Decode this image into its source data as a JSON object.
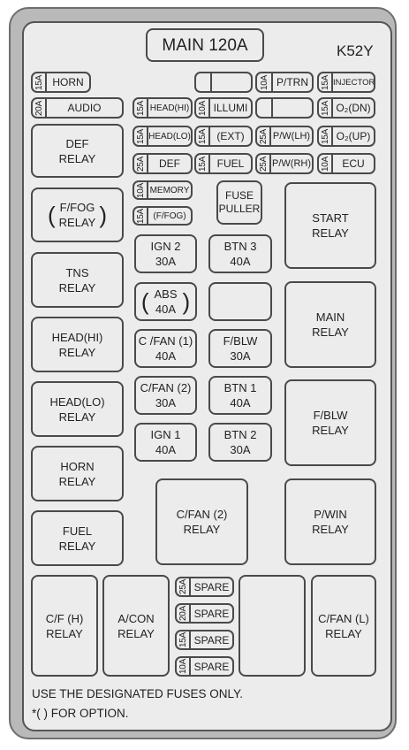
{
  "header": {
    "main_fuse": "MAIN 120A",
    "code": "K52Y"
  },
  "fuses": {
    "horn": {
      "amp": "15A",
      "label": "HORN"
    },
    "audio": {
      "amp": "20A",
      "label": "AUDIO"
    },
    "ptrn": {
      "amp": "10A",
      "label": "P/TRN"
    },
    "injector": {
      "amp": "15A",
      "label": "INJECTOR"
    },
    "head_hi": {
      "amp": "15A",
      "label": "HEAD(HI)"
    },
    "illumi": {
      "amp": "10A",
      "label": "ILLUMI"
    },
    "o2_dn": {
      "amp": "15A",
      "label": "O₂(DN)"
    },
    "head_lo": {
      "amp": "15A",
      "label": "HEAD(LO)"
    },
    "ext": {
      "amp": "15A",
      "label": "(EXT)"
    },
    "pw_lh": {
      "amp": "25A",
      "label": "P/W(LH)"
    },
    "o2_up": {
      "amp": "15A",
      "label": "O₂(UP)"
    },
    "def": {
      "amp": "25A",
      "label": "DEF"
    },
    "fuel": {
      "amp": "15A",
      "label": "FUEL"
    },
    "pw_rh": {
      "amp": "25A",
      "label": "P/W(RH)"
    },
    "ecu": {
      "amp": "10A",
      "label": "ECU"
    },
    "memory": {
      "amp": "10A",
      "label": "MEMORY"
    },
    "ffog": {
      "amp": "15A",
      "label": "(F/FOG)"
    },
    "spare1": {
      "amp": "25A",
      "label": "SPARE"
    },
    "spare2": {
      "amp": "20A",
      "label": "SPARE"
    },
    "spare3": {
      "amp": "15A",
      "label": "SPARE"
    },
    "spare4": {
      "amp": "10A",
      "label": "SPARE"
    }
  },
  "blocks": {
    "def_relay": "DEF\nRELAY",
    "ffog_relay": "F/FOG\nRELAY",
    "fuse_puller": "FUSE\nPULLER",
    "start_relay": "START\nRELAY",
    "tns_relay": "TNS\nRELAY",
    "ign2": "IGN 2\n30A",
    "btn3": "BTN 3\n40A",
    "abs": "ABS\n40A",
    "main_relay": "MAIN\nRELAY",
    "head_hi_relay": "HEAD(HI)\nRELAY",
    "cfan1": "C /FAN (1)\n40A",
    "fblw_fuse": "F/BLW\n30A",
    "head_lo_relay": "HEAD(LO)\nRELAY",
    "cfan2": "C/FAN (2)\n30A",
    "btn1": "BTN 1\n40A",
    "fblw_relay": "F/BLW\nRELAY",
    "ign1": "IGN 1\n40A",
    "btn2": "BTN 2\n30A",
    "horn_relay": "HORN\nRELAY",
    "cfan2_relay": "C/FAN (2)\nRELAY",
    "pwin_relay": "P/WIN\nRELAY",
    "fuel_relay": "FUEL\nRELAY",
    "cfh_relay": "C/F (H)\nRELAY",
    "acon_relay": "A/CON\nRELAY",
    "cfanl_relay": "C/FAN (L)\nRELAY"
  },
  "notes": {
    "line1": "USE THE DESIGNATED FUSES ONLY.",
    "line2": "*(   ) FOR OPTION."
  }
}
